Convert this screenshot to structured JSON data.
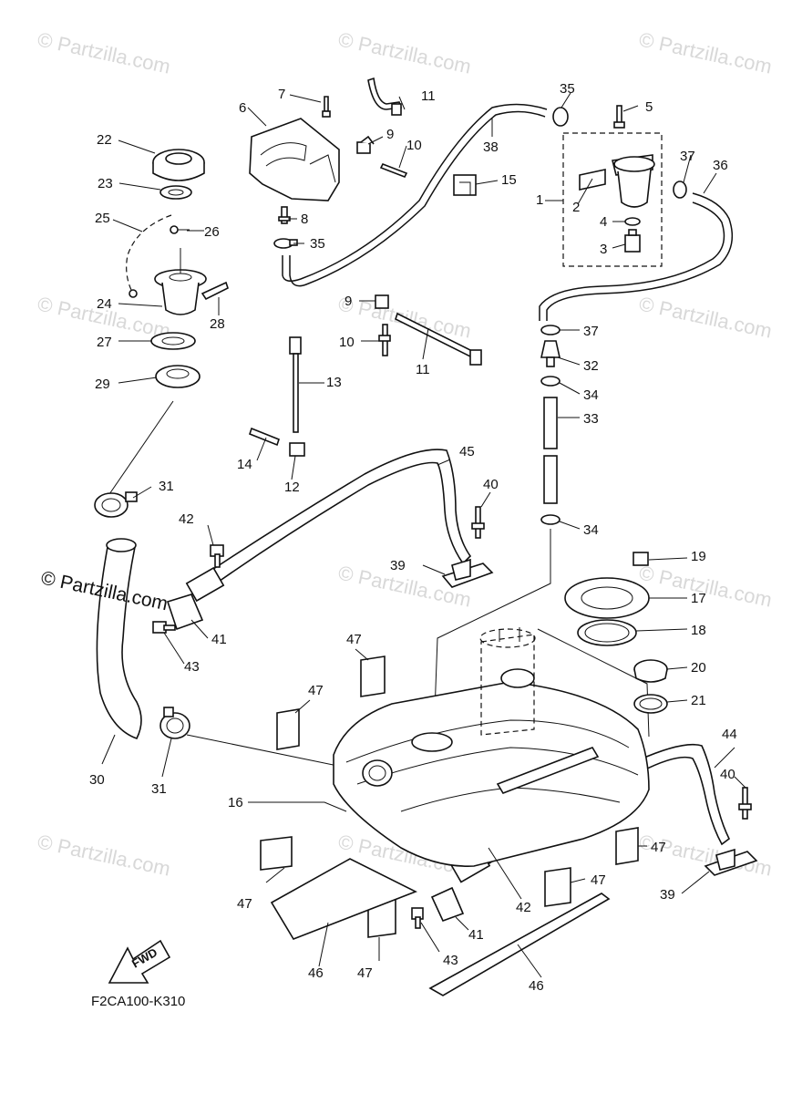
{
  "watermark": "© Partzilla.com",
  "copyright": "© Partzilla.com",
  "diagram_code": "F2CA100-K310",
  "fwd_label": "FWD",
  "callouts": {
    "c1": "1",
    "c2": "2",
    "c3": "3",
    "c4": "4",
    "c5": "5",
    "c6": "6",
    "c7": "7",
    "c8": "8",
    "c9a": "9",
    "c9b": "9",
    "c10a": "10",
    "c10b": "10",
    "c11a": "11",
    "c11b": "11",
    "c12": "12",
    "c13": "13",
    "c14": "14",
    "c15": "15",
    "c16": "16",
    "c17": "17",
    "c18": "18",
    "c19": "19",
    "c20": "20",
    "c21": "21",
    "c22": "22",
    "c23": "23",
    "c24": "24",
    "c25": "25",
    "c26": "26",
    "c27": "27",
    "c28": "28",
    "c29": "29",
    "c30": "30",
    "c31a": "31",
    "c31b": "31",
    "c32": "32",
    "c33": "33",
    "c34a": "34",
    "c34b": "34",
    "c35a": "35",
    "c35b": "35",
    "c36": "36",
    "c37a": "37",
    "c37b": "37",
    "c38": "38",
    "c39a": "39",
    "c39b": "39",
    "c40a": "40",
    "c40b": "40",
    "c41a": "41",
    "c41b": "41",
    "c42a": "42",
    "c42b": "42",
    "c43a": "43",
    "c43b": "43",
    "c44": "44",
    "c45": "45",
    "c46a": "46",
    "c46b": "46",
    "c47a": "47",
    "c47b": "47",
    "c47c": "47",
    "c47d": "47",
    "c47e": "47",
    "c47f": "47"
  }
}
